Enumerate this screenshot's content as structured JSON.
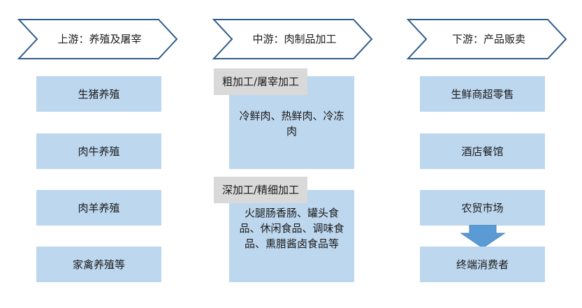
{
  "stages": {
    "upstream": {
      "title": "上游：养殖及屠宰",
      "items": [
        "生猪养殖",
        "肉牛养殖",
        "肉羊养殖",
        "家禽养殖等"
      ]
    },
    "midstream": {
      "title": "中游：肉制品加工",
      "rough": {
        "tag": "粗加工/屠宰加工",
        "text": "冷鲜肉、热鲜肉、冷冻肉"
      },
      "deep": {
        "tag": "深加工/精细加工",
        "text": "火腿肠香肠、罐头食品、休闲食品、调味食品、熏腊酱卤食品等"
      }
    },
    "downstream": {
      "title": "下游：产品贩卖",
      "items": [
        "生鲜商超零售",
        "酒店餐馆",
        "农贸市场"
      ],
      "consumer": "终端消费者"
    }
  },
  "colors": {
    "box_fill": "#bdd7ee",
    "tag_fill": "#d9d9d9",
    "chevron_stroke": "#2e5c8a",
    "arrow_fill": "#5b9bd5"
  }
}
